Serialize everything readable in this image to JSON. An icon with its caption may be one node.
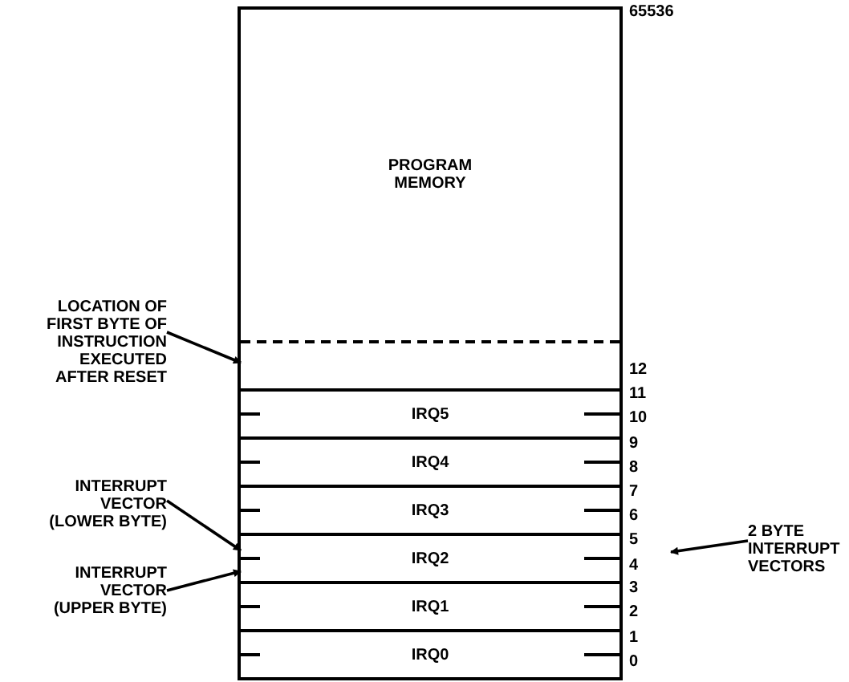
{
  "diagram": {
    "nodes": [
      {
        "text": [
          "PROGRAM MEMORY"
        ]
      },
      {
        "text": [],
        "shape": "box"
      },
      {
        "text": [
          "IRQ5"
        ]
      },
      {
        "text": [
          "IRQ4"
        ]
      },
      {
        "text": [
          "IRQ3"
        ]
      },
      {
        "text": [
          "IRQ2"
        ]
      },
      {
        "text": [
          "IRQ1"
        ]
      },
      {
        "text": [
          "IRQ0"
        ]
      },
      {
        "text": [
          "LOCATION OF FIRST BYTE OF INSTRUCTION EXECUTED AFTER RESET"
        ]
      },
      {
        "text": [
          "INTERRUPT VECTOR (LOWER BYTE)"
        ]
      },
      {
        "text": [
          "INTERRUPT VECTOR (UPPER BYTE)"
        ]
      },
      {
        "text": [
          "2 BYTE INTERRUPT VECTORS"
        ]
      }
    ],
    "edges": [
      {
        "from": 8,
        "to": 1,
        "arrow": "to"
      },
      {
        "from": 9,
        "to": 5,
        "arrow": "to"
      },
      {
        "from": 10,
        "to": 5,
        "arrow": "to"
      },
      {
        "from": 11,
        "to": null,
        "arrow": "to"
      }
    ],
    "labels": [
      "65536",
      "12",
      "11",
      "10",
      "9",
      "8",
      "7",
      "6",
      "5",
      "4",
      "3",
      "2",
      "1",
      "0"
    ]
  }
}
